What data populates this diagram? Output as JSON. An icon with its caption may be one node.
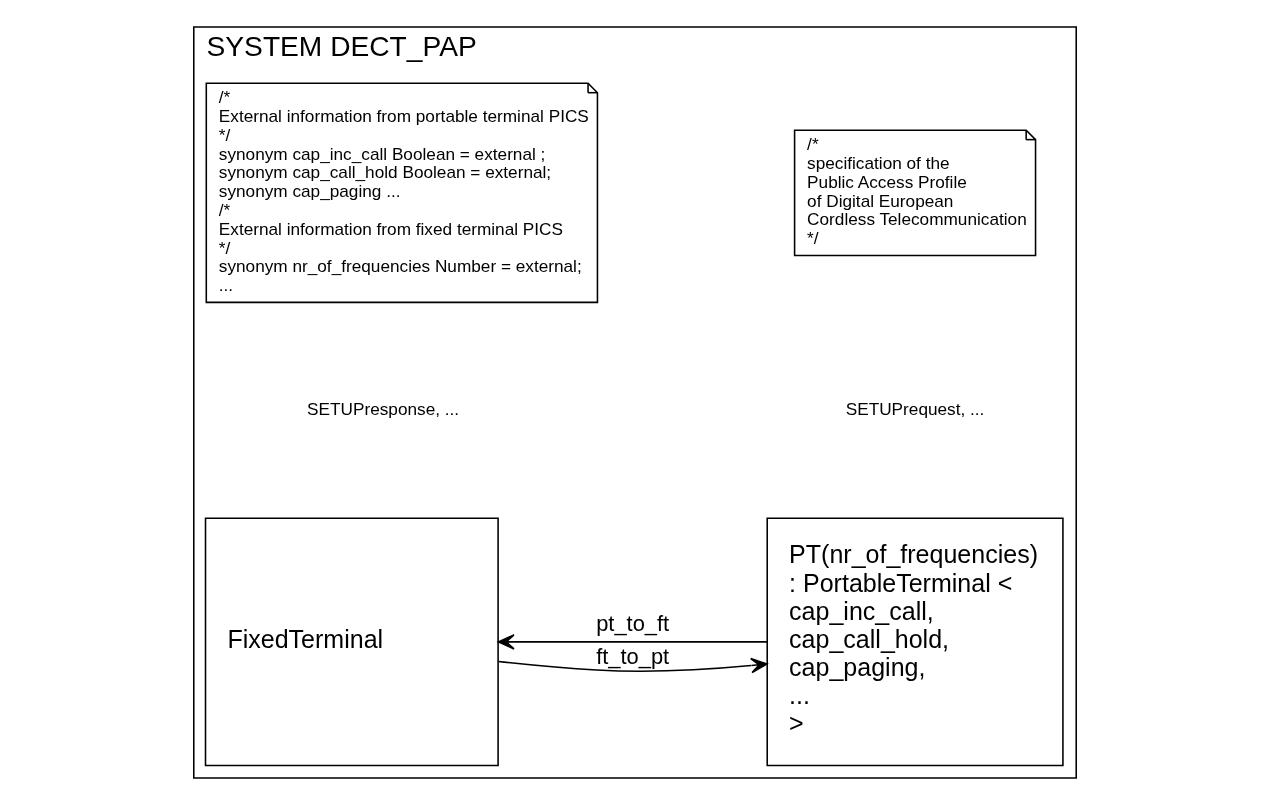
{
  "diagram": {
    "nodes": [
      {
        "text": [
          "SYSTEM DECT_PAP"
        ]
      },
      {
        "text": [
          "/*",
          "specification of the",
          "Public Access Profile",
          "of Digital European",
          "Cordless Telecommunication",
          "*/"
        ],
        "in": 0
      },
      {
        "text": [
          "/*",
          "External information from portable terminal PICS",
          "*/",
          "synonym cap_inc_call Boolean = external ;",
          "synonym cap_call_hold Boolean = external;",
          "synonym cap_paging ...",
          "/*",
          "External information from fixed terminal PICS",
          "*/",
          "synonym nr_of_frequencies Number = external;",
          "..."
        ],
        "in": 0
      },
      {
        "text": [
          "PT(nr_of_frequencies)",
          ": PortableTerminal <",
          "cap_inc_call,",
          "cap_call_hold,",
          "cap_paging,",
          "...",
          ">"
        ],
        "in": 0
      },
      {
        "text": [
          "FixedTerminal"
        ],
        "in": 0
      }
    ],
    "edges": [
      {
        "from": 3,
        "to": 4,
        "arrow": "to",
        "label": "pt_to_ft"
      },
      {
        "from": 4,
        "to": 3,
        "arrow": "to",
        "label": "ft_to_pt"
      }
    ],
    "labels": [
      "SETUPrequest, ...",
      "SETUPresponse, ..."
    ]
  }
}
